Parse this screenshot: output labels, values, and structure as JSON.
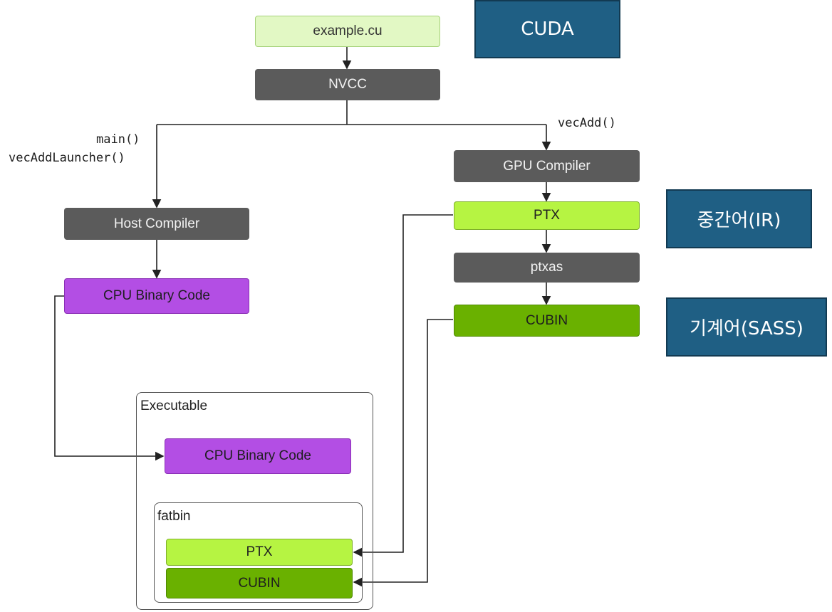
{
  "nodes": {
    "source": "example.cu",
    "nvcc": "NVCC",
    "host_compiler": "Host Compiler",
    "gpu_compiler": "GPU Compiler",
    "ptx": "PTX",
    "ptxas": "ptxas",
    "cubin": "CUBIN",
    "cpu_binary": "CPU Binary Code"
  },
  "labels": {
    "host_funcs_line1": "main()",
    "host_funcs_line2": "vecAddLauncher()",
    "device_func": "vecAdd()"
  },
  "executable": {
    "label": "Executable",
    "cpu_binary": "CPU Binary Code",
    "fatbin": {
      "label": "fatbin",
      "ptx": "PTX",
      "cubin": "CUBIN"
    }
  },
  "annotations": {
    "cuda": "CUDA",
    "ir": "중간어(IR)",
    "sass": "기계어(SASS)"
  },
  "colors": {
    "gray": "#5b5b5b",
    "light_green": "#e2f8c4",
    "green": "#b6f442",
    "dark_green": "#6ab100",
    "purple": "#b34ee4",
    "annotation_blue": "#1f5f84"
  }
}
